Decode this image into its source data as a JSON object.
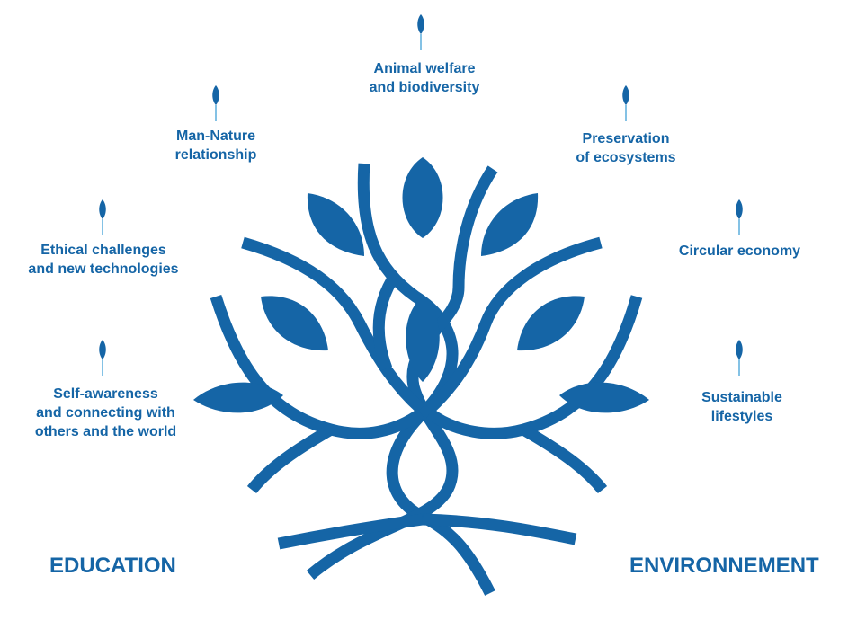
{
  "colors": {
    "primary": "#1565a6",
    "pin_light": "#5aaedc"
  },
  "topics": {
    "animal_welfare": "Animal welfare\nand biodiversity",
    "man_nature": "Man-Nature\nrelationship",
    "preservation": "Preservation\nof ecosystems",
    "ethical": "Ethical challenges\nand new technologies",
    "circular": "Circular economy",
    "self_awareness": "Self-awareness\nand connecting with\nothers and the world",
    "sustainable": "Sustainable\nlifestyles"
  },
  "sections": {
    "education": "EDUCATION",
    "environment": "ENVIRONNEMENT"
  },
  "icons": {
    "tree": "tree-icon",
    "pin": "leaf-pin-icon"
  }
}
